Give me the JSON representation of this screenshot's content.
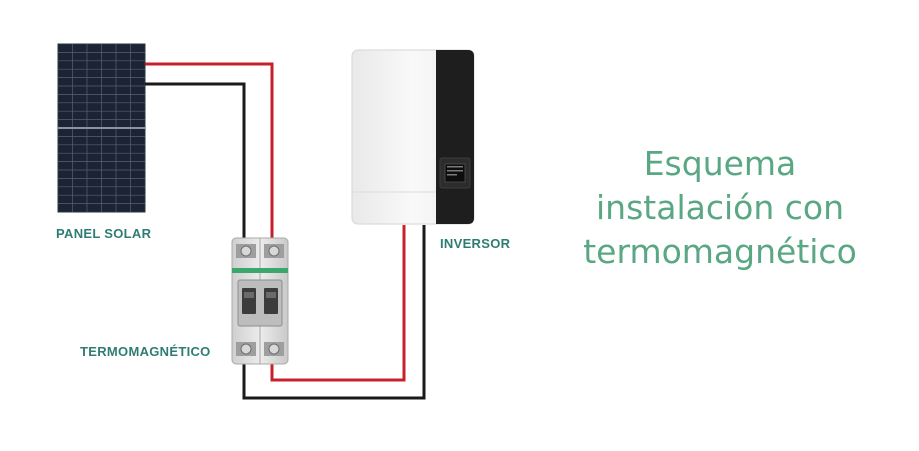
{
  "labels": {
    "panel": "PANEL SOLAR",
    "breaker": "TERMOMAGNÉTICO",
    "inverter": "INVERSOR"
  },
  "title": {
    "lines": [
      "Esquema",
      "instalación con",
      "termomagnético"
    ]
  },
  "colors": {
    "label": "#2f7d72",
    "title": "#5aa783",
    "wire_positive": "#c8202a",
    "wire_negative": "#1a1a1a",
    "panel_cell": "#1c2433",
    "inverter_body": "#f4f4f4",
    "inverter_side": "#1e1e1e"
  }
}
